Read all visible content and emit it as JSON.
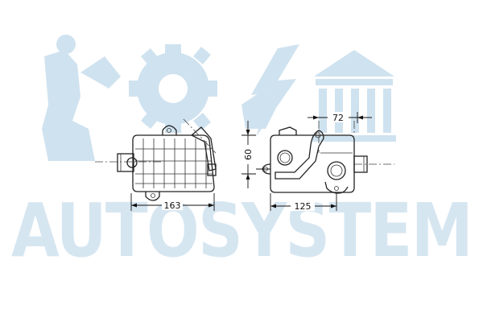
{
  "watermark": {
    "brand_text": "AUTOSYSTEM",
    "color": "#cfe2ef"
  },
  "dimensions": {
    "length_left": "163",
    "height_right": "60",
    "length_right": "125",
    "port_offset": "72"
  },
  "colors": {
    "line": "#222222",
    "background": "#ffffff"
  }
}
